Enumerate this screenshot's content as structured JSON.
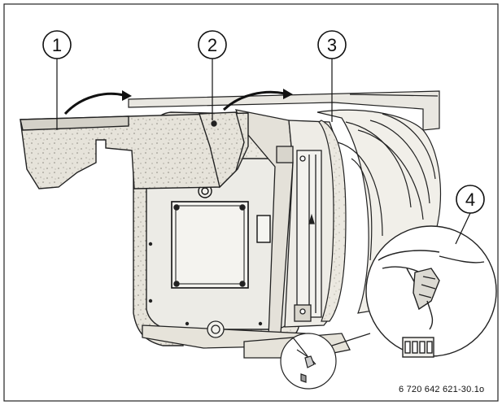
{
  "callouts": [
    {
      "label": "1"
    },
    {
      "label": "2"
    },
    {
      "label": "3"
    },
    {
      "label": "4"
    }
  ],
  "figure_ref": "6 720 642 621-30.1o"
}
